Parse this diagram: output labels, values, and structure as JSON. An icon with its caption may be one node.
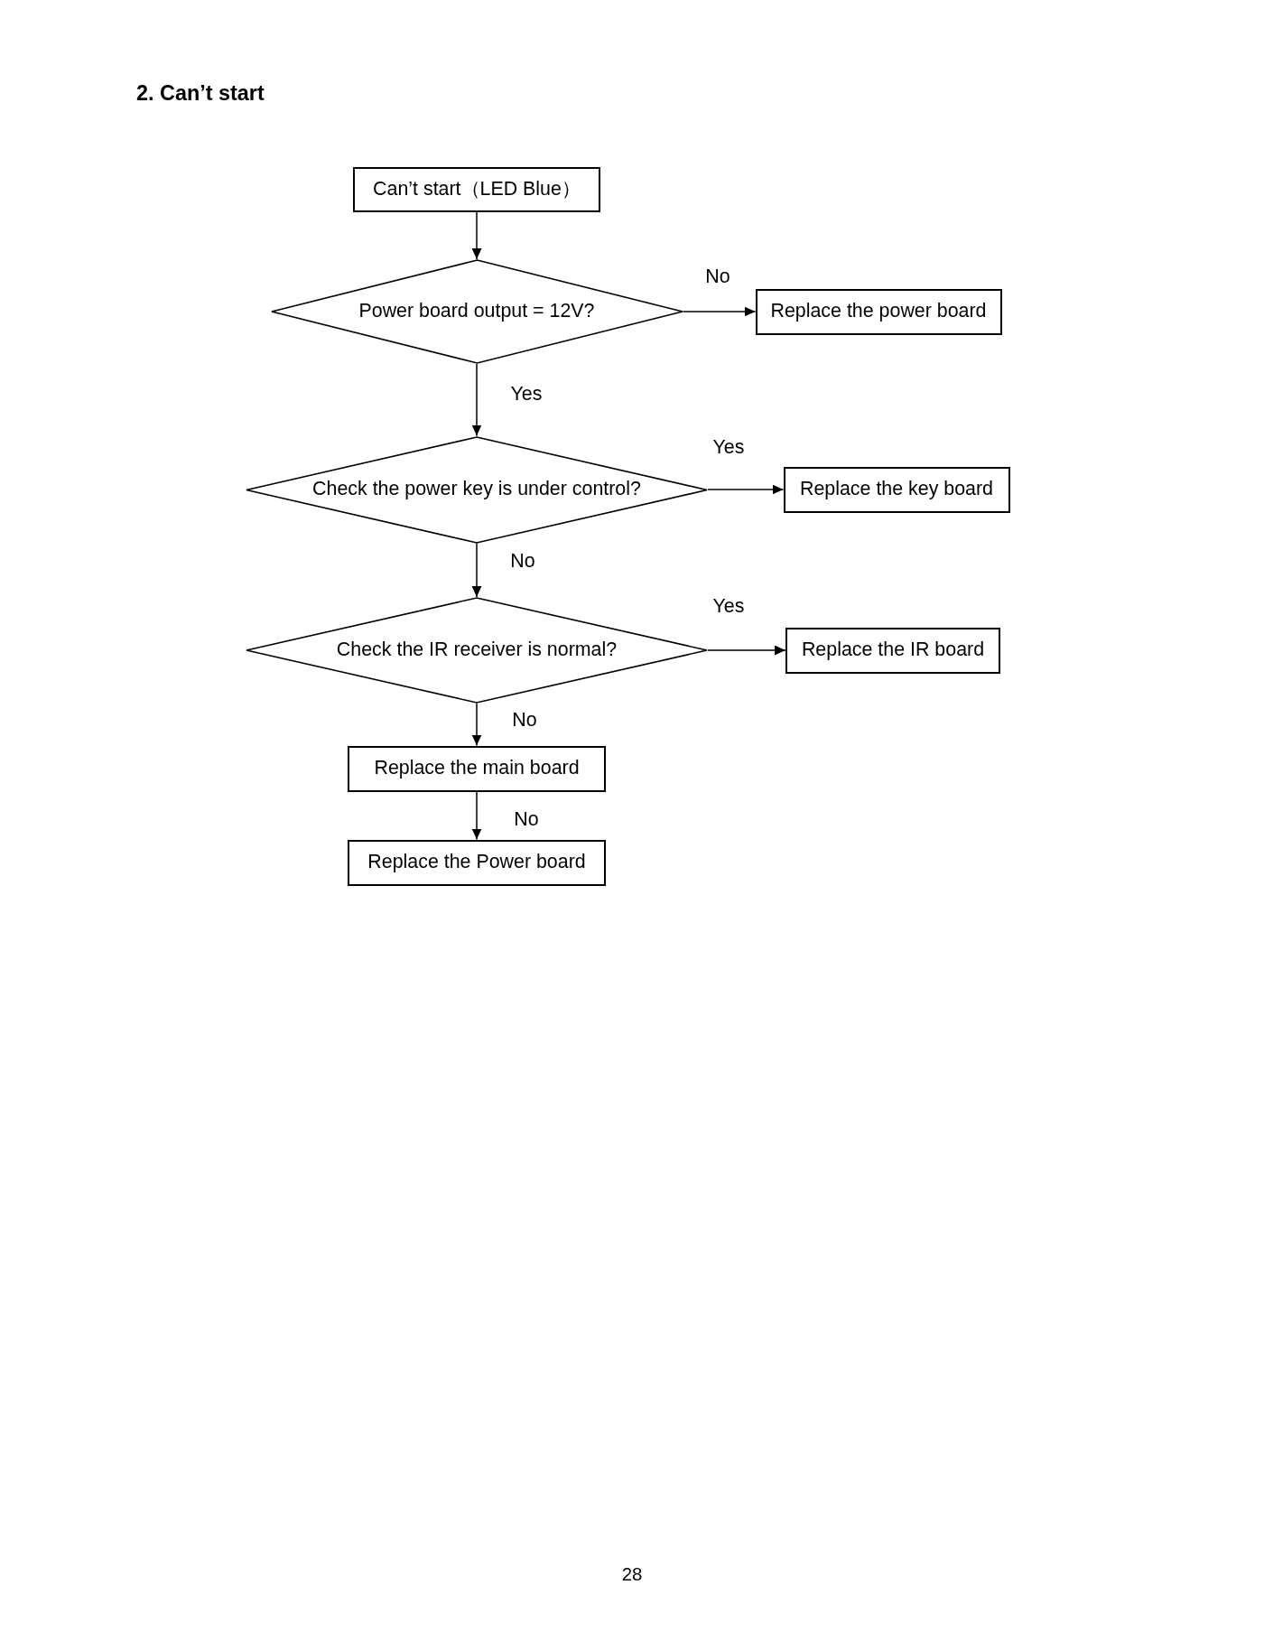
{
  "diagram": {
    "title": "2. Can’t start",
    "nodes": [
      {
        "text": [
          "Can’t start（LED Blue）"
        ]
      },
      {
        "text": [
          "Power board output = 12V?"
        ]
      },
      {
        "text": [
          "Replace the power board"
        ]
      },
      {
        "text": [
          "Check the power key is under control?"
        ]
      },
      {
        "text": [
          "Replace the key board"
        ]
      },
      {
        "text": [
          "Check the IR receiver is normal?"
        ]
      },
      {
        "text": [
          "Replace the IR board"
        ]
      },
      {
        "text": [
          "Replace the main board"
        ]
      },
      {
        "text": [
          "Replace the Power board"
        ]
      }
    ],
    "edges": [
      {
        "from": 0,
        "to": 1,
        "arrow": "to"
      },
      {
        "from": 1,
        "to": 2,
        "arrow": "to",
        "label": "No"
      },
      {
        "from": 1,
        "to": 3,
        "arrow": "to",
        "label": "Yes"
      },
      {
        "from": 3,
        "to": 4,
        "arrow": "to",
        "label": "Yes"
      },
      {
        "from": 3,
        "to": 5,
        "arrow": "to",
        "label": "No"
      },
      {
        "from": 5,
        "to": 6,
        "arrow": "to",
        "label": "Yes"
      },
      {
        "from": 5,
        "to": 7,
        "arrow": "to",
        "label": "No"
      },
      {
        "from": 7,
        "to": 8,
        "arrow": "to",
        "label": "No"
      }
    ],
    "labels": [
      "28"
    ]
  }
}
